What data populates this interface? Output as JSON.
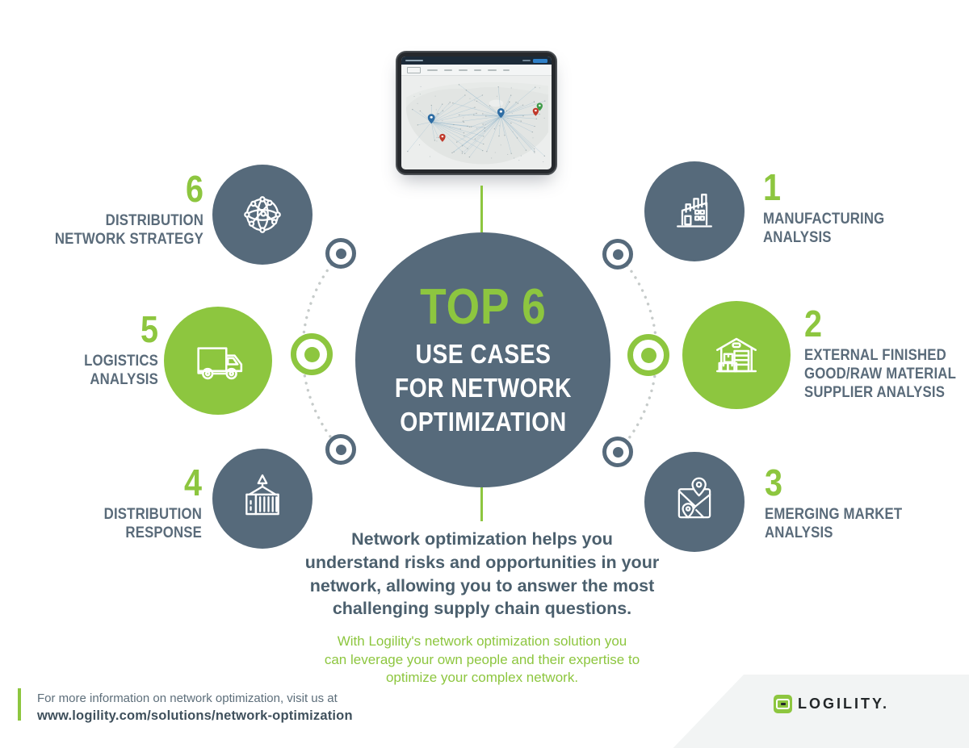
{
  "palette": {
    "accent_green": "#8dc63f",
    "slate": "#566a7b",
    "label_text": "#5a6b7a",
    "body_text": "#4b5f6d"
  },
  "center": {
    "title_highlight": "TOP 6",
    "title_rest": "USE CASES\nFOR NETWORK\nOPTIMIZATION"
  },
  "items": [
    {
      "number": "1",
      "label": "MANUFACTURING\nANALYSIS",
      "icon": "factory-icon",
      "circle_color": "#566a7b"
    },
    {
      "number": "2",
      "label": "EXTERNAL FINISHED\nGOOD/RAW MATERIAL\nSUPPLIER ANALYSIS",
      "icon": "warehouse-icon",
      "circle_color": "#8dc63f"
    },
    {
      "number": "3",
      "label": "EMERGING MARKET\nANALYSIS",
      "icon": "map-icon",
      "circle_color": "#566a7b"
    },
    {
      "number": "4",
      "label": "DISTRIBUTION\nRESPONSE",
      "icon": "container-icon",
      "circle_color": "#566a7b"
    },
    {
      "number": "5",
      "label": "LOGISTICS\nANALYSIS",
      "icon": "truck-icon",
      "circle_color": "#8dc63f"
    },
    {
      "number": "6",
      "label": "DISTRIBUTION\nNETWORK STRATEGY",
      "icon": "globe-network-icon",
      "circle_color": "#566a7b"
    }
  ],
  "description": {
    "primary": "Network optimization helps you\nunderstand risks and opportunities in your\nnetwork, allowing you to answer the most\nchallenging supply chain questions.",
    "secondary": "With Logility's network optimization solution you\ncan leverage your own people and their expertise to\noptimize your complex network."
  },
  "footer": {
    "line1": "For more information on network optimization, visit us at",
    "link": "www.logility.com/solutions/network-optimization",
    "logo_text": "LOGILITY."
  }
}
